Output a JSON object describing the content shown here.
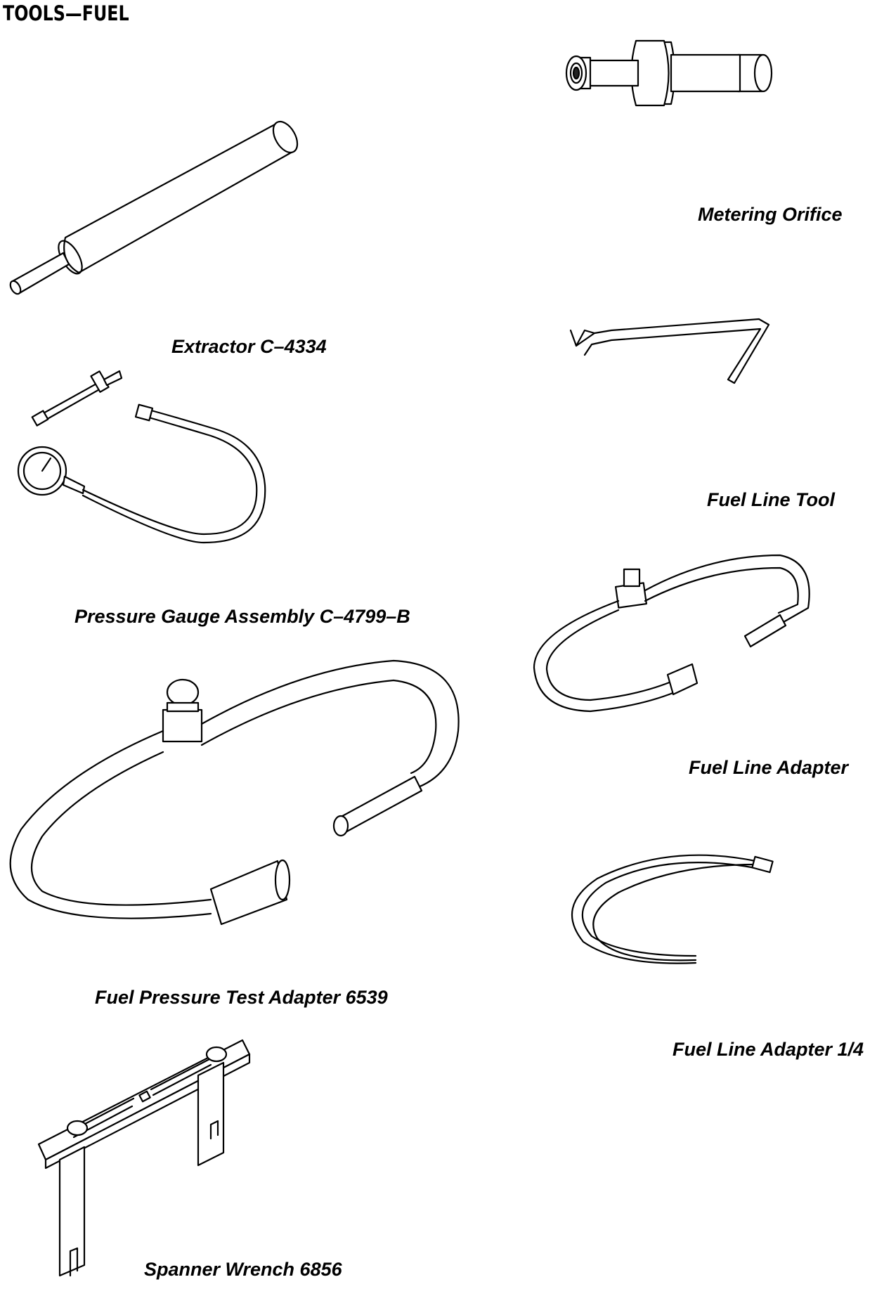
{
  "page": {
    "title": "TOOLS—FUEL"
  },
  "tools": [
    {
      "id": "metering-orifice",
      "label": "Metering Orifice",
      "icon": "metering-orifice-icon"
    },
    {
      "id": "extractor",
      "label": "Extractor C–4334",
      "icon": "extractor-icon"
    },
    {
      "id": "fuel-line-tool",
      "label": "Fuel Line Tool",
      "icon": "fuel-line-tool-icon"
    },
    {
      "id": "pressure-gauge",
      "label": "Pressure Gauge Assembly C–4799–B",
      "icon": "pressure-gauge-icon"
    },
    {
      "id": "fuel-line-adapter",
      "label": "Fuel Line Adapter",
      "icon": "fuel-line-adapter-icon"
    },
    {
      "id": "fuel-pressure-test-adapter",
      "label": "Fuel Pressure Test Adapter 6539",
      "icon": "fuel-pressure-test-adapter-icon"
    },
    {
      "id": "fuel-line-adapter-quarter",
      "label": "Fuel Line Adapter 1/4",
      "icon": "fuel-line-adapter-quarter-icon"
    },
    {
      "id": "spanner-wrench",
      "label": "Spanner Wrench 6856",
      "icon": "spanner-wrench-icon"
    }
  ]
}
